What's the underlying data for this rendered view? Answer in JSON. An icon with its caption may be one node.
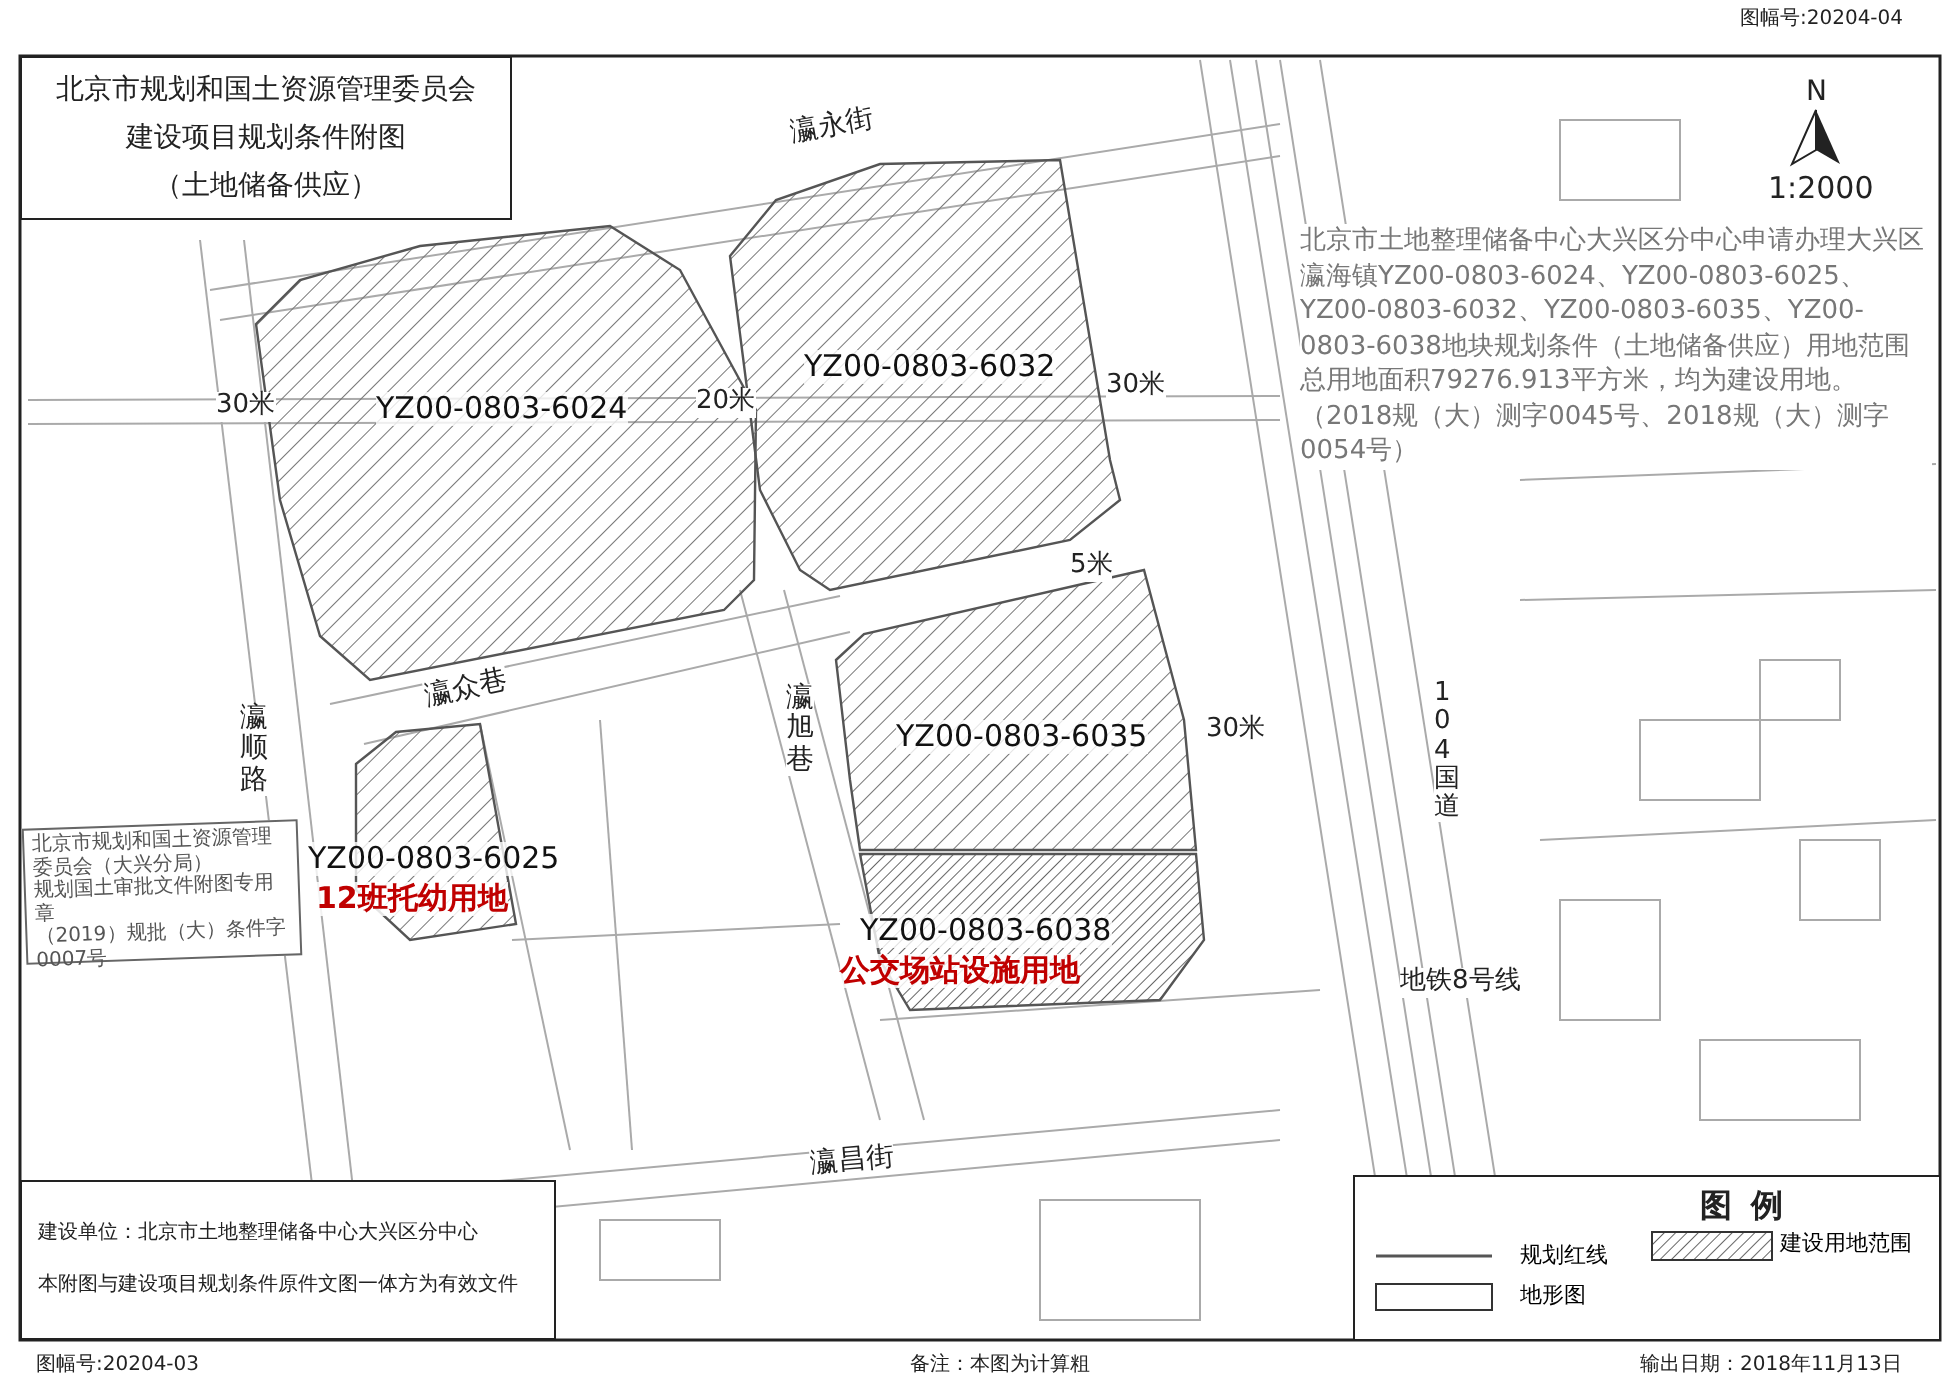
{
  "diagram": {
    "nodes": [
      {
        "text": [
          "北京市规划和国土资源管理委员会",
          "建设项目规划条件附图",
          "（土地储备供应）"
        ]
      },
      {
        "text": [
          "YZ00-0803-6024"
        ]
      },
      {
        "text": [
          "YZ00-0803-6032"
        ]
      },
      {
        "text": [
          "YZ00-0803-6035"
        ]
      },
      {
        "text": [
          "YZ00-0803-6025",
          "12班托幼用地"
        ]
      },
      {
        "text": [
          "YZ00-0803-6038",
          "公交场站设施用地"
        ]
      },
      {
        "text": [
          "北京市规划和国土资源管理委员会（大兴分局）",
          "规划国土审批文件附图专用章",
          "（2019）规批（大）条件字0007号"
        ]
      },
      {
        "text": [
          "建设单位：北京市土地整理储备中心大兴区分中心",
          "本附图与建设项目规划条件原件文图一体方为有效文件"
        ]
      }
    ],
    "edges": [],
    "labels": [
      "图幅号:20204-04",
      "N",
      "1:2000",
      "北京市土地整理储备中心大兴区分中心申请办理大兴区瀛海镇YZ00-0803-6024、YZ00-0803-6025、YZ00-0803-6032、YZ00-0803-6035、YZ00-0803-6038地块规划条件（土地储备供应）用地范围总用地面积79276.913平方米，均为建设用地。（2018规（大）测字0045号、2018规（大）测字0054号）",
      "瀛永街",
      "30米",
      "20米",
      "30米",
      "5米",
      "瀛众巷",
      "瀛顺路",
      "瀛旭巷",
      "30米",
      "104国道",
      "地铁8号线",
      "瀛昌街",
      "图例",
      "图幅号:20204-03",
      "备注：本图为计算粗",
      "输出日期：2018年11月13日"
    ],
    "legend": [
      {
        "text": "规划红线"
      },
      {
        "text": "建设用地范围"
      },
      {
        "text": "地形图"
      }
    ]
  }
}
